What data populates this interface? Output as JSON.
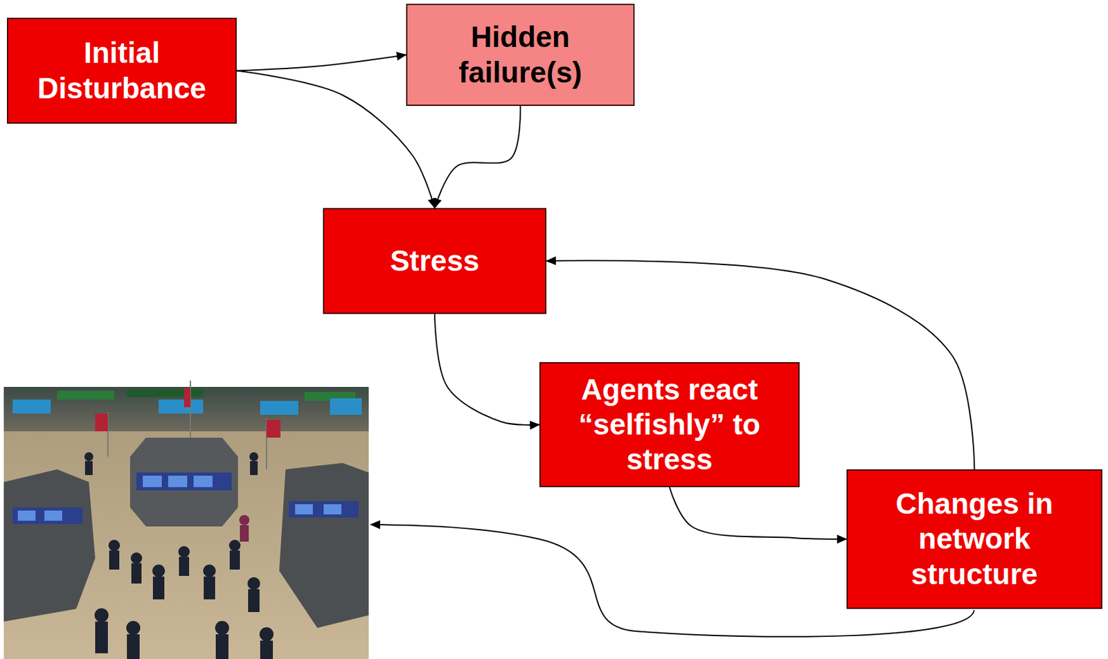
{
  "diagram": {
    "nodes": [
      {
        "text": [
          "Initial Disturbance"
        ]
      },
      {
        "text": [
          "Hidden failure(s)"
        ]
      },
      {
        "text": [
          "Stress"
        ]
      },
      {
        "text": [
          "Agents react “selfishly” to stress"
        ]
      },
      {
        "text": [
          "Changes in network structure"
        ]
      }
    ],
    "edges": [
      {
        "from": 0,
        "to": 1,
        "arrow": "to"
      },
      {
        "from": 0,
        "to": 2,
        "arrow": "to"
      },
      {
        "from": 1,
        "to": 2,
        "arrow": "to"
      },
      {
        "from": 2,
        "to": 3,
        "arrow": "to"
      },
      {
        "from": 3,
        "to": 4,
        "arrow": "to"
      },
      {
        "from": 4,
        "to": 2,
        "arrow": "to"
      }
    ]
  }
}
